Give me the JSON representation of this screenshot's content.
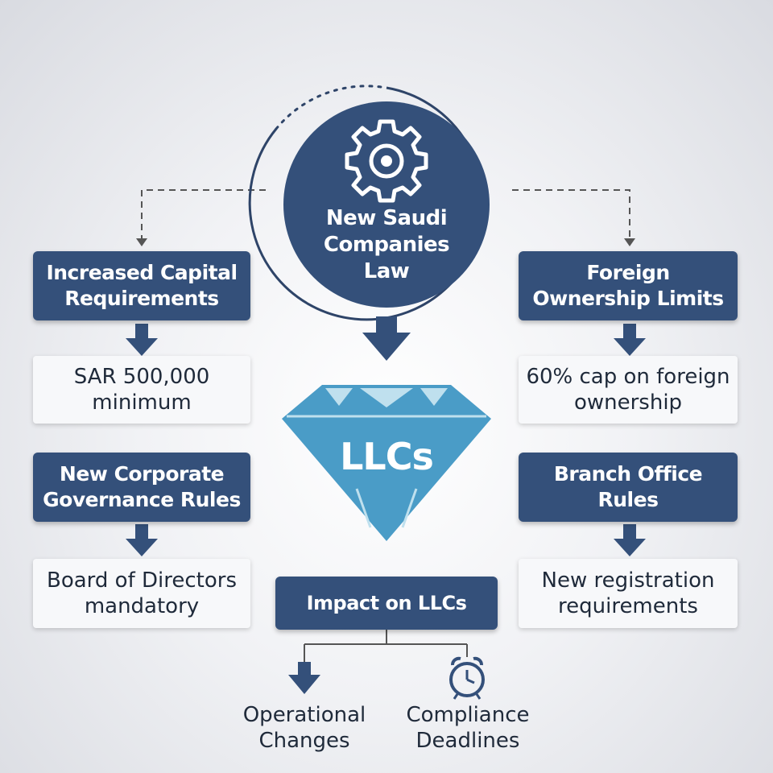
{
  "center": {
    "title": "New Saudi\nCompanies\nLaw",
    "icon": "gear-icon"
  },
  "diamond": {
    "label": "LLCs",
    "icon": "diamond-icon"
  },
  "left": [
    {
      "heading": "Increased Capital\nRequirements",
      "detail": "SAR 500,000\nminimum"
    },
    {
      "heading": "New Corporate\nGovernance Rules",
      "detail": "Board of Directors\nmandatory"
    }
  ],
  "right": [
    {
      "heading": "Foreign\nOwnership Limits",
      "detail": "60% cap on foreign\nownership"
    },
    {
      "heading": "Branch Office\nRules",
      "detail": "New registration\nrequirements"
    }
  ],
  "impact": {
    "title": "Impact on LLCs"
  },
  "outcomes": [
    {
      "label": "Operational\nChanges",
      "icon": "down-arrow-icon"
    },
    {
      "label": "Compliance\nDeadlines",
      "icon": "alarm-clock-icon"
    }
  ],
  "colors": {
    "navy": "#34507a",
    "teal": "#4a9cc7",
    "light": "#f7f8fa",
    "text": "#1f2a3a"
  }
}
